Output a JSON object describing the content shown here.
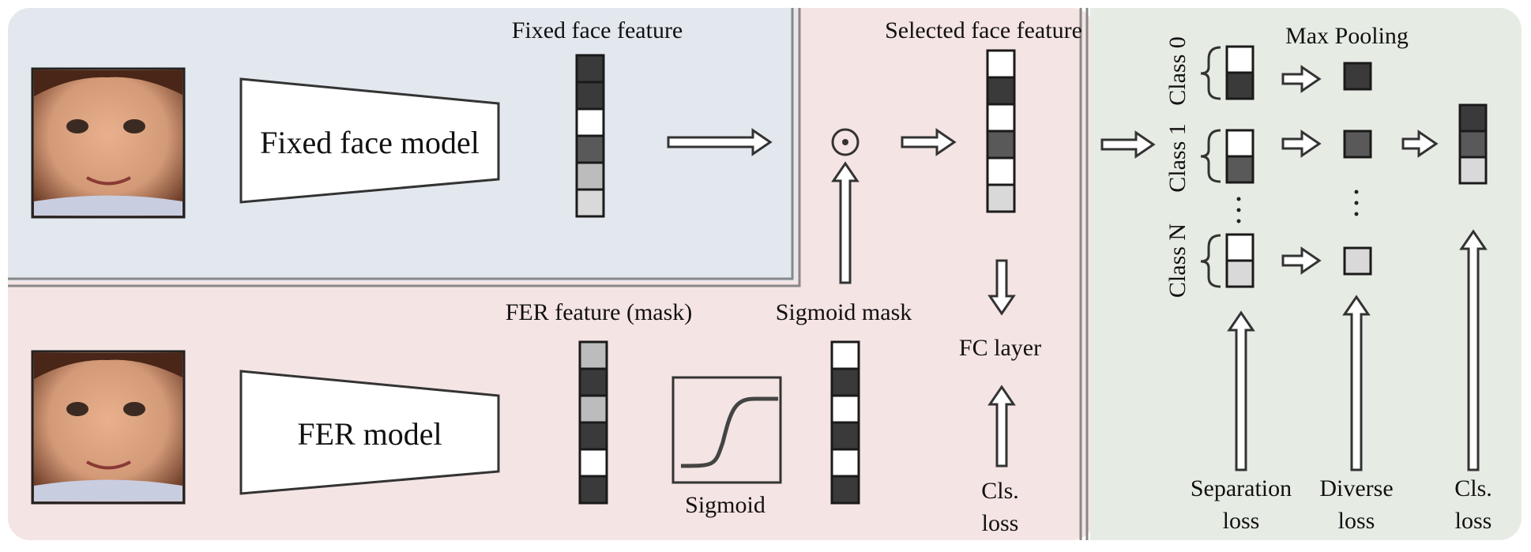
{
  "labels": {
    "fixed_model": "Fixed face model",
    "fer_model": "FER model",
    "fixed_feature": "Fixed face feature",
    "selected_feature": "Selected face feature",
    "fer_feature": "FER feature (mask)",
    "sigmoid_mask": "Sigmoid mask",
    "sigmoid": "Sigmoid",
    "fc_layer": "FC layer",
    "cls_loss_1": "Cls.",
    "cls_loss_2": "loss",
    "max_pooling": "Max Pooling",
    "class_0": "Class 0",
    "class_1": "Class 1",
    "class_n": "Class N",
    "separation_1": "Separation",
    "separation_2": "loss",
    "diverse_1": "Diverse",
    "diverse_2": "loss",
    "cls2_1": "Cls.",
    "cls2_2": "loss",
    "hadamard": "⊙"
  },
  "colors": {
    "panel_blue": "#e2e8ee",
    "panel_pink": "#f4e4e3",
    "panel_green": "#e6ece4",
    "border_gray": "#888888",
    "cell_dark": "#2f2f2f",
    "cell_mid": "#595959",
    "cell_light": "#c2c2c2",
    "cell_lighter": "#d9d9d9",
    "cell_white": "#ffffff"
  },
  "vectors": {
    "fixed_feature": [
      "#3a3a3a",
      "#3a3a3a",
      "#ffffff",
      "#595959",
      "#bcbcbc",
      "#d9d9d9"
    ],
    "selected_feature": [
      "#ffffff",
      "#3a3a3a",
      "#ffffff",
      "#595959",
      "#ffffff",
      "#d9d9d9"
    ],
    "fer_feature": [
      "#bcbcbc",
      "#3a3a3a",
      "#bcbcbc",
      "#3a3a3a",
      "#ffffff",
      "#3a3a3a"
    ],
    "sigmoid_mask": [
      "#ffffff",
      "#3a3a3a",
      "#ffffff",
      "#3a3a3a",
      "#ffffff",
      "#3a3a3a"
    ],
    "class_0": [
      "#ffffff",
      "#3a3a3a"
    ],
    "class_1": [
      "#ffffff",
      "#595959"
    ],
    "class_n": [
      "#ffffff",
      "#d9d9d9"
    ],
    "pool_0": [
      "#3a3a3a"
    ],
    "pool_1": [
      "#595959"
    ],
    "pool_n": [
      "#d9d9d9"
    ],
    "final": [
      "#3a3a3a",
      "#595959",
      "#d9d9d9"
    ]
  }
}
